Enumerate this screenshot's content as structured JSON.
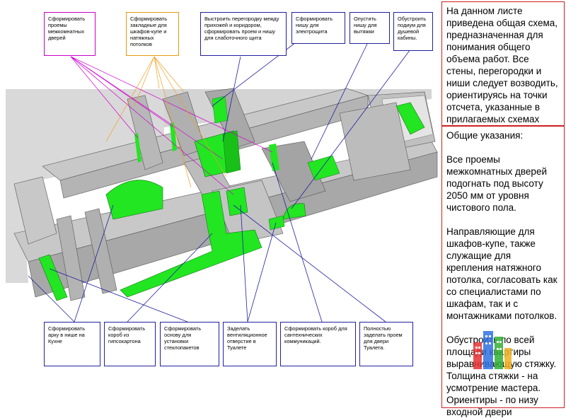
{
  "callouts": {
    "c1": "Сформировать проемы межкомнатных дверей",
    "c2": "Сформировать закладные для шкафов-купе и натяжных потолков",
    "c3": "Выстроить перегородку между прихожей и коридором, сформировать проем и нишу для слаботочного щита",
    "c4": "Сформировать нишу для электрощита",
    "c5": "Опустить нишу для вытяжки",
    "c6": "Обустроить подиум для душевой кабины.",
    "c7": "Сформировать арку в нише на Кухне",
    "c8": "Сформировать короб из гипсокартона",
    "c9": "Сформировать основу для установки стеклопакетов",
    "c10": "Заделать вентиляционное отверстие в Туалете",
    "c11": "Сформировать короб для сантехнических коммуникаций.",
    "c12": "Полностью заделать проем для двери Туалета."
  },
  "notes": {
    "intro": "На данном листе приведена общая схема, предназначенная для понимания общего объема работ. Все стены, перегородки и ниши следует возводить, ориентируясь на точки отсчета, указанные в прилагаемых схемах",
    "heading": "Общие указания:",
    "p1": "Все проемы межкомнатных дверей подогнать под высоту 2050 мм от уровня чистового пола.",
    "p2": "Направляющие для шкафов-купе, также служащие для крепления натяжного потолка, согласовать как со специалистами по шкафам, так и с монтажниками потолков.",
    "p3": "Обустроить по всей площади квартиры выравнивающую стяжку. Толщина стяжки - на усмотрение мастера. Ориентиры - по низу входной двери"
  },
  "colors": {
    "green": "#22e622",
    "wall_top": "#c8c8c8",
    "wall_face": "#9c9c9c",
    "floor": "#ffffff",
    "leader_blue": "#2020a0",
    "leader_magenta": "#d000d0",
    "leader_orange": "#f0a020"
  }
}
